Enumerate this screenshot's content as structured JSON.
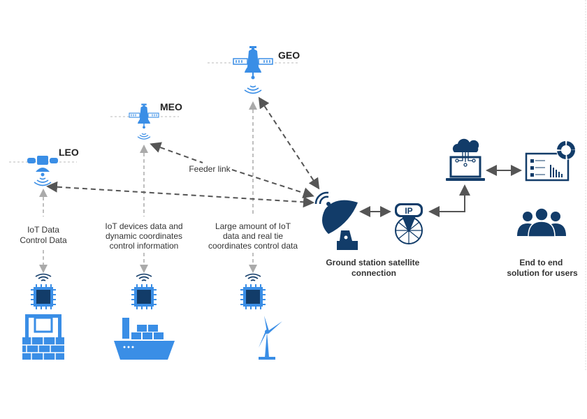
{
  "orbits": {
    "geo": {
      "label": "GEO"
    },
    "meo": {
      "label": "MEO"
    },
    "leo": {
      "label": "LEO"
    }
  },
  "feeder_link": "Feeder link",
  "uplink_labels": {
    "leo": [
      "IoT Data",
      "Control Data"
    ],
    "meo": [
      "IoT devices data and",
      "dynamic coordinates",
      "control information"
    ],
    "geo": [
      "Large amount of IoT",
      "data and real tie",
      "coordinates control data"
    ]
  },
  "ground_station": {
    "lines": [
      "Ground station satellite",
      "connection"
    ],
    "ip_label": "IP"
  },
  "users": {
    "lines": [
      "End to end",
      "solution for users"
    ]
  },
  "colors": {
    "satellite_blue": "#3a8ee6",
    "navy": "#123c69",
    "dark_arrow": "#555555",
    "light_arrow": "#aaaaaa"
  }
}
